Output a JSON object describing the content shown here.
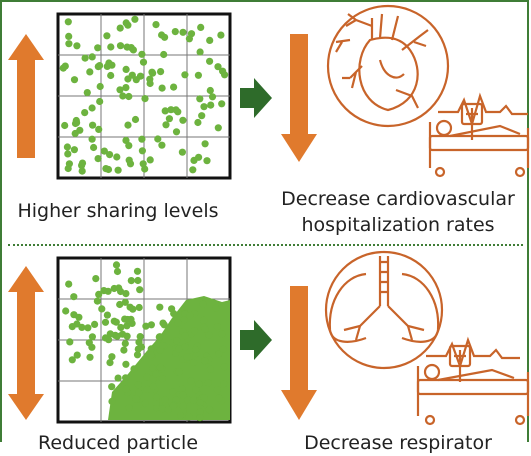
{
  "top": {
    "left_label": "Higher sharing levels",
    "right_label_line1": "Decrease cardiovascular",
    "right_label_line2": "hospitalization rates"
  },
  "bottom": {
    "left_label": "Reduced particle",
    "right_label": "Decrease respirator"
  },
  "colors": {
    "arrow_orange": "#e07a2d",
    "dot_green": "#6db33f",
    "frame_green": "#3f7d36",
    "arrow_dark_green": "#2e6b2a",
    "icon_brown": "#c8642a"
  },
  "icons": [
    "up-down-arrow-icon",
    "grid-dots-icon",
    "right-arrow-icon",
    "down-arrow-icon",
    "heart-icon",
    "hospital-bed-icon",
    "lungs-icon"
  ]
}
